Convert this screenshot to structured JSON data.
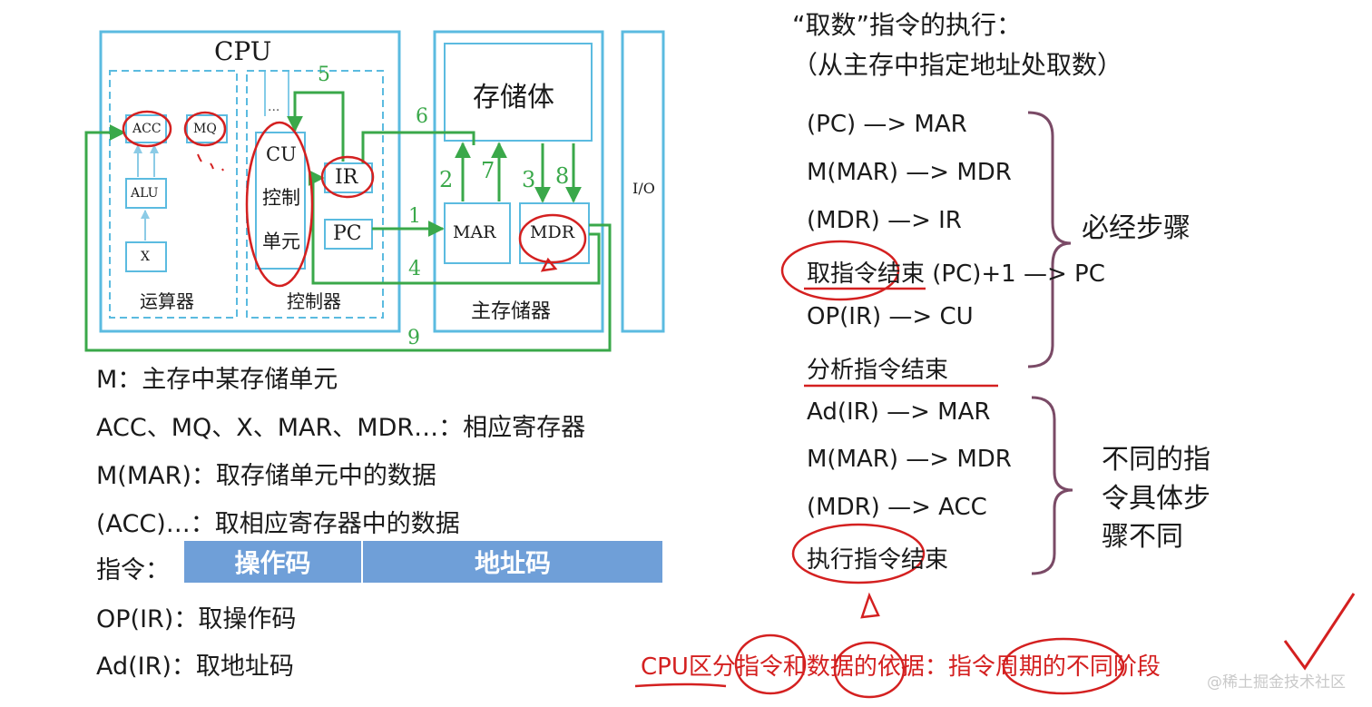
{
  "diagram": {
    "cpu_label": "CPU",
    "alu_section_label": "运算器",
    "control_section_label": "控制器",
    "memory_section_label": "主存储器",
    "storage_body_label": "存储体",
    "io_label": "I/O",
    "registers": {
      "acc": "ACC",
      "mq": "MQ",
      "alu": "ALU",
      "x": "X",
      "cu": [
        "CU",
        "控制",
        "单元"
      ],
      "ir": "IR",
      "pc": "PC",
      "mar": "MAR",
      "mdr": "MDR",
      "ellipsis": "..."
    },
    "path_numbers": [
      "1",
      "2",
      "3",
      "4",
      "5",
      "6",
      "7",
      "8",
      "9"
    ]
  },
  "legend": {
    "line1": "M：主存中某存储单元",
    "line2": "ACC、MQ、X、MAR、MDR…：相应寄存器",
    "line3": "M(MAR)：取存储单元中的数据",
    "line4": "(ACC)…：取相应寄存器中的数据",
    "instruction_label": "指令：",
    "opcode_cell": "操作码",
    "address_cell": "地址码",
    "line6": "OP(IR)：取操作码",
    "line7": "Ad(IR)：取地址码"
  },
  "fetch": {
    "title": "“取数”指令的执行：",
    "subtitle": "（从主存中指定地址处取数）",
    "steps_common": [
      "(PC) —> MAR",
      "M(MAR) —> MDR",
      "(MDR) —> IR",
      "取指令结束 (PC)+1 —> PC",
      "OP(IR) —> CU",
      "分析指令结束"
    ],
    "common_label": "必经步骤",
    "steps_specific": [
      "Ad(IR) —> MAR",
      "M(MAR) —> MDR",
      "(MDR) —> ACC",
      "执行指令结束"
    ],
    "specific_label_lines": [
      "不同的指",
      "令具体步",
      "骤不同"
    ]
  },
  "note": "CPU区分指令和数据的依据：指令周期的不同阶段",
  "watermark": "@稀土掘金技术社区",
  "colors": {
    "box_border": "#5bbbe0",
    "bus_green": "#3aa84a",
    "annotation_red": "#d42020",
    "brace_purple": "#7a4a66",
    "opcode_fill": "#6f9fd8"
  }
}
